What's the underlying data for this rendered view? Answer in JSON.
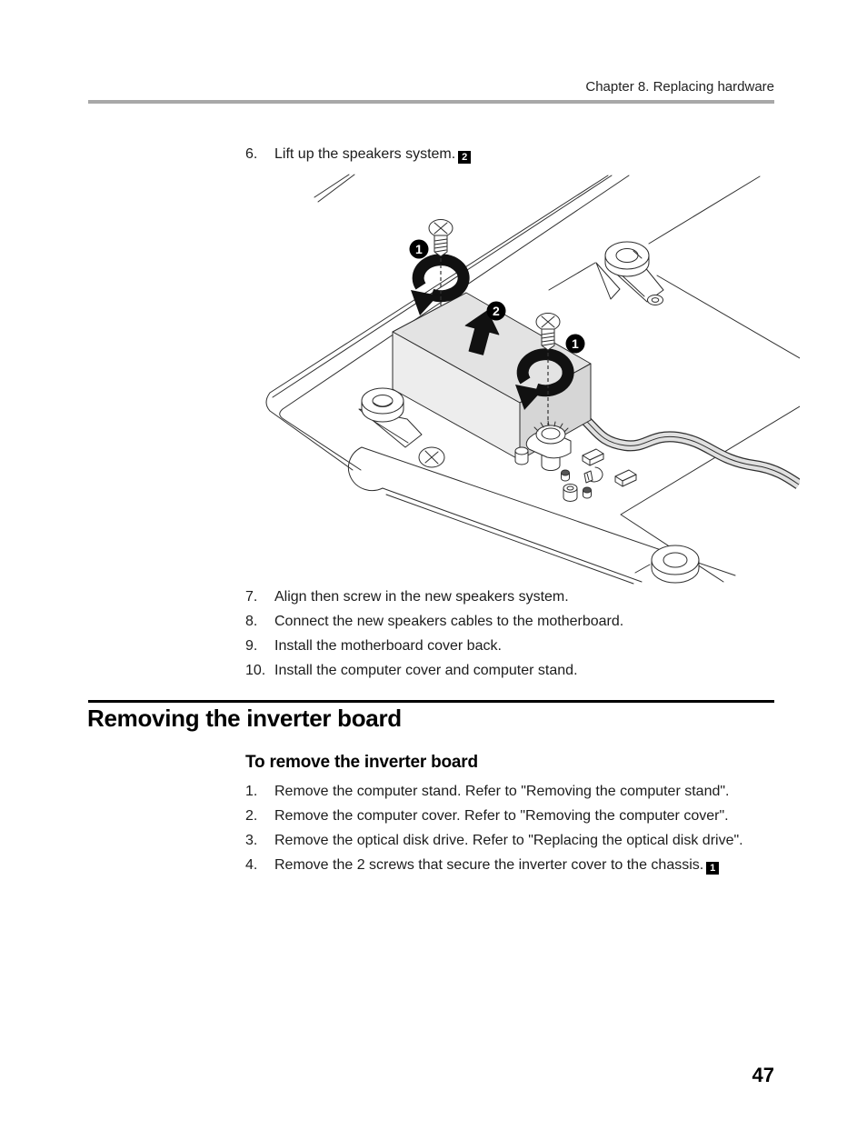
{
  "header": {
    "chapter": "Chapter 8. Replacing hardware"
  },
  "speakers_steps": {
    "step6": {
      "num": "6.",
      "text": "Lift up the speakers system.",
      "badge": "2"
    },
    "after_figure": [
      {
        "num": "7.",
        "text": "Align then screw in the new speakers system."
      },
      {
        "num": "8.",
        "text": "Connect the new speakers cables to the motherboard."
      },
      {
        "num": "9.",
        "text": "Install the motherboard cover back."
      },
      {
        "num": "10.",
        "text": "Install the computer cover and computer stand."
      }
    ]
  },
  "figure": {
    "callouts": [
      {
        "label": "1"
      },
      {
        "label": "1"
      },
      {
        "label": "2"
      }
    ]
  },
  "section": {
    "title": "Removing the inverter board",
    "subtitle": "To remove the inverter board",
    "steps": [
      {
        "num": "1.",
        "text": "Remove the computer stand. Refer to \"Removing the computer stand\"."
      },
      {
        "num": "2.",
        "text": "Remove the computer cover. Refer to \"Removing the computer cover\"."
      },
      {
        "num": "3.",
        "text": "Remove the optical disk drive. Refer to \"Replacing the optical disk drive\"."
      },
      {
        "num": "4.",
        "text": "Remove  the 2 screws that secure the inverter cover to the chassis.",
        "badge": "1"
      }
    ]
  },
  "footer": {
    "page_number": "47"
  },
  "colors": {
    "rule_gray": "#a8a8a8",
    "rule_black": "#000000",
    "badge_bg": "#000000",
    "box_gray": "#e3e3e3"
  }
}
